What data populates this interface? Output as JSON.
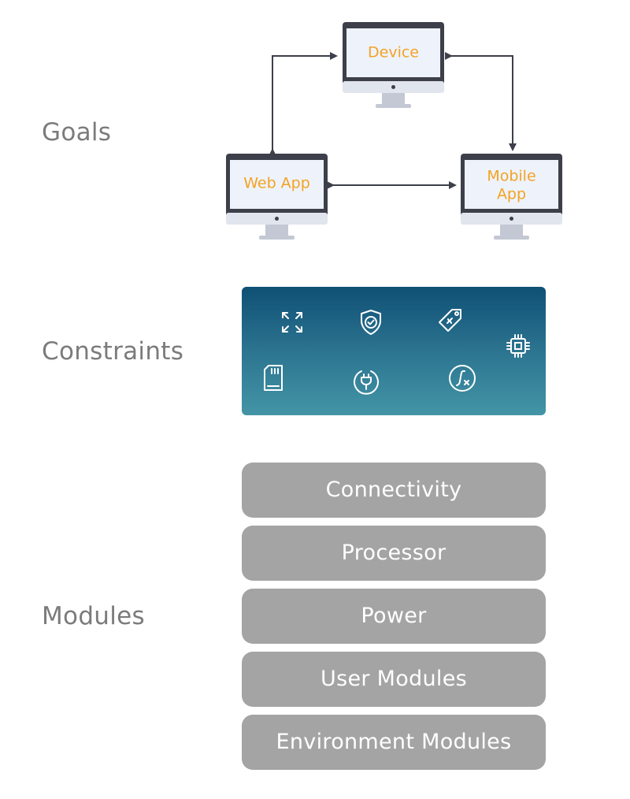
{
  "sections": {
    "goals": "Goals",
    "constraints": "Constraints",
    "modules": "Modules"
  },
  "goals": {
    "device": "Device",
    "web_app": "Web App",
    "mobile_app_line1": "Mobile",
    "mobile_app_line2": "App"
  },
  "constraints": {
    "icons": [
      "expand-icon",
      "shield-check-icon",
      "price-tag-icon",
      "chip-icon",
      "memory-card-icon",
      "power-plug-icon",
      "math-function-icon"
    ]
  },
  "modules": [
    "Connectivity",
    "Processor",
    "Power",
    "User Modules",
    "Environment Modules"
  ],
  "colors": {
    "label": "#7b7b7b",
    "screen_text": "#f4a223",
    "monitor_frame": "#3d3f4a",
    "monitor_screen": "#eef3fb",
    "monitor_stand": "#c3c8d4",
    "panel_top": "#0f5075",
    "panel_bottom": "#4395a6",
    "module_bg": "#a4a4a4"
  }
}
